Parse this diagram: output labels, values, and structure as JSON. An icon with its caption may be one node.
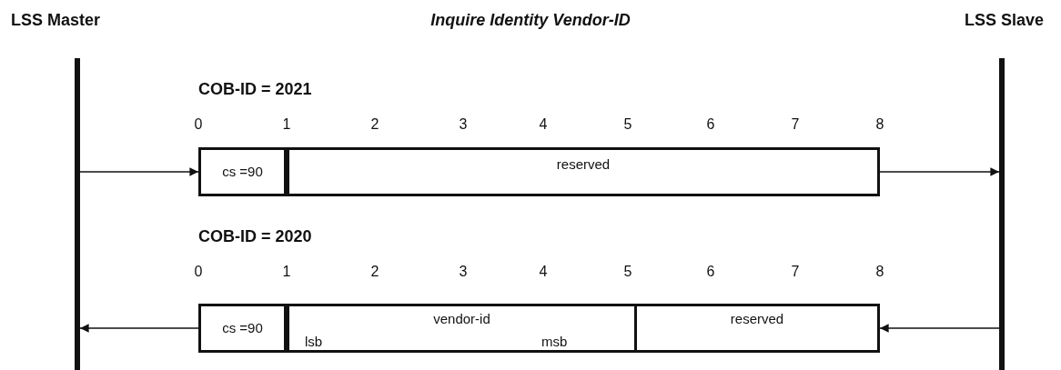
{
  "diagram": {
    "title": "Inquire Identity Vendor-ID",
    "nodes": [
      {
        "text": [
          "LSS Master"
        ]
      },
      {
        "text": [
          "LSS Slave"
        ]
      },
      {
        "text": [
          "cs =90"
        ]
      },
      {
        "text": [
          "reserved"
        ]
      },
      {
        "text": [
          "cs =90"
        ]
      },
      {
        "text": [
          "vendor-id",
          "lsb",
          "msb"
        ]
      },
      {
        "text": [
          "reserved"
        ]
      }
    ],
    "edges": [
      {
        "from": 0,
        "to": 2,
        "arrow": "to"
      },
      {
        "from": 3,
        "to": 1,
        "arrow": "to"
      },
      {
        "from": 1,
        "to": 6,
        "arrow": "to"
      },
      {
        "from": 4,
        "to": 0,
        "arrow": "to"
      }
    ],
    "labels": [
      "COB-ID = 2021",
      "0",
      "1",
      "2",
      "3",
      "4",
      "5",
      "6",
      "7",
      "8",
      "COB-ID = 2020",
      "0",
      "1",
      "2",
      "3",
      "4",
      "5",
      "6",
      "7",
      "8"
    ]
  }
}
